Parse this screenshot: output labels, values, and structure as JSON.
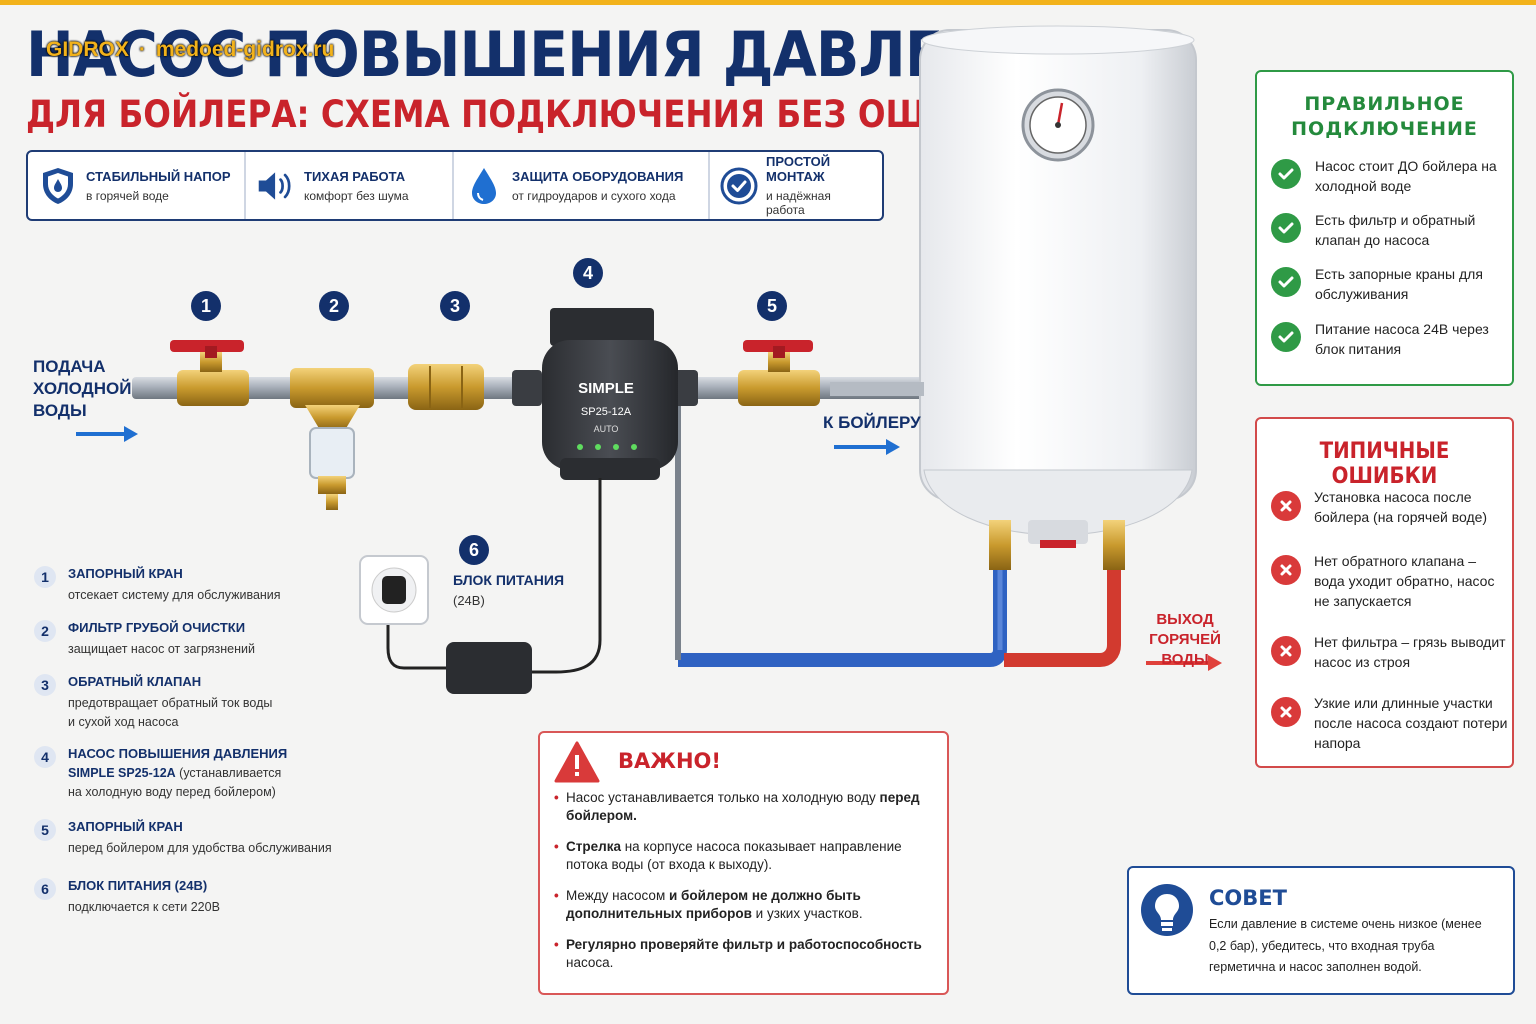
{
  "header": {
    "title_line1": "НАСОС ПОВЫШЕНИЯ ДАВЛЕНИЯ",
    "title_line2": "ДЛЯ БОЙЛЕРА: СХЕМА ПОДКЛЮЧЕНИЯ БЕЗ ОШИБОК",
    "watermark_brand": "GIDROX",
    "watermark_sep": "·",
    "watermark_site": "medoed-gidrox.ru"
  },
  "features": [
    {
      "title": "СТАБИЛЬНЫЙ НАПОР",
      "subtitle": "в горячей воде",
      "icon": "shield-icon"
    },
    {
      "title": "ТИХАЯ РАБОТА",
      "subtitle": "комфорт без шума",
      "icon": "speaker-icon"
    },
    {
      "title": "ЗАЩИТА ОБОРУДОВАНИЯ",
      "subtitle": "от гидроударов и сухого хода",
      "icon": "water-drop-icon"
    },
    {
      "title": "ПРОСТОЙ МОНТАЖ",
      "subtitle": "и надёжная работа",
      "icon": "check-badge-icon"
    }
  ],
  "diagram": {
    "inlet_label_1": "ПОДАЧА",
    "inlet_label_2": "ХОЛОДНОЙ",
    "inlet_label_3": "ВОДЫ",
    "to_boiler_label": "К БОЙЛЕРУ",
    "hot_out_label_1": "ВЫХОД",
    "hot_out_label_2": "ГОРЯЧЕЙ ВОДЫ",
    "numbers": [
      "1",
      "2",
      "3",
      "4",
      "5",
      "6"
    ],
    "pump_brand": "SIMPLE",
    "pump_model": "SP25-12A",
    "pump_mode": "AUTO",
    "psu_title": "БЛОК ПИТАНИЯ",
    "psu_subtitle": "(24В)"
  },
  "legend": [
    {
      "num": "1",
      "title": "ЗАПОРНЫЙ КРАН",
      "lines": [
        "отсекает систему для обслуживания"
      ]
    },
    {
      "num": "2",
      "title": "ФИЛЬТР ГРУБОЙ ОЧИСТКИ",
      "lines": [
        "защищает насос от загрязнений"
      ]
    },
    {
      "num": "3",
      "title": "ОБРАТНЫЙ КЛАПАН",
      "lines": [
        "предотвращает обратный ток воды",
        "и сухой ход насоса"
      ]
    },
    {
      "num": "4",
      "title": "НАСОС ПОВЫШЕНИЯ ДАВЛЕНИЯ",
      "title2": "SIMPLE SP25-12A",
      "title2_rest": " (устанавливается",
      "lines": [
        "на холодную воду перед бойлером)"
      ]
    },
    {
      "num": "5",
      "title": "ЗАПОРНЫЙ КРАН",
      "lines": [
        "перед бойлером для удобства обслуживания"
      ]
    },
    {
      "num": "6",
      "title": "БЛОК ПИТАНИЯ (24В)",
      "lines": [
        "подключается к сети 220В"
      ]
    }
  ],
  "correct": {
    "title_1": "ПРАВИЛЬНОЕ",
    "title_2": "ПОДКЛЮЧЕНИЕ",
    "items": [
      "Насос стоит ДО бойлера на холодной воде",
      "Есть фильтр и обратный клапан до насоса",
      "Есть запорные краны для обслуживания",
      "Питание насоса 24В через блок питания"
    ]
  },
  "mistakes": {
    "title": "ТИПИЧНЫЕ ОШИБКИ",
    "items": [
      "Установка насоса после бойлера (на горячей воде)",
      "Нет обратного клапана – вода уходит обратно, насос не запускается",
      "Нет фильтра – грязь выводит насос из строя",
      "Узкие или длинные участки после насоса создают потери напора"
    ]
  },
  "important": {
    "title": "ВАЖНО!",
    "items": [
      {
        "a": "Насос устанавливается только на холодную воду ",
        "b": "перед бойлером."
      },
      {
        "a": "Стрелка",
        "b": " на корпусе насоса показывает направление потока воды (от входа к выходу)."
      },
      {
        "a": "Между насосом ",
        "b": "и бойлером не должно быть дополнительных приборов",
        "c": " и узких участков."
      },
      {
        "a": "Регулярно проверяйте фильтр и работоспособность",
        "b": " насоса."
      }
    ]
  },
  "tip": {
    "title": "СОВЕТ",
    "text": "Если давление в системе очень низкое (менее 0,2 бар), убедитесь, что входная труба герметична и насос заполнен водой."
  },
  "colors": {
    "navy": "#13306b",
    "red": "#c9232b",
    "green": "#2f9a46",
    "accent_yellow": "#f2b21b",
    "cold_pipe": "#2f62c2",
    "hot_pipe": "#d23a2f"
  }
}
